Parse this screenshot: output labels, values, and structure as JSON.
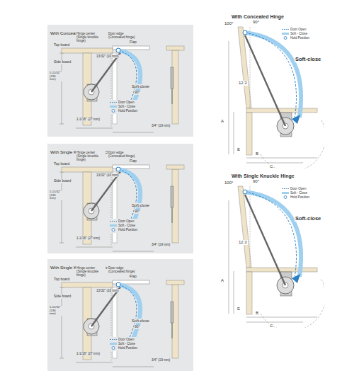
{
  "diagram": {
    "nodes": [
      {
        "text": [
          "With Concealed Hinge"
        ]
      },
      {
        "text": [
          "With Single Knuckle Hinge (Overlay)"
        ]
      },
      {
        "text": [
          "With Single Knuckle Hinge (Inset)"
        ]
      }
    ],
    "labels": [
      "Hinge center (Single knuckle hinge)",
      "Door edge (Concealed hinge)",
      "Top board",
      "Flap",
      "Side board",
      "Soft-close",
      "90°",
      "5-11/32\" (136 mm)",
      "1-1/16\" (27 mm)",
      "3/4\" (19 mm)",
      "13/32\" (10 mm)",
      "Hinge center (Single knuckle hinge)",
      "Door edge (Concealed hinge)",
      "Top board",
      "Flap",
      "Side board",
      "Soft-close",
      "90°",
      "5-11/32\" (136 mm)",
      "1-1/16\" (27 mm)",
      "3/4\" (19 mm)",
      "13/32\" (10 mm)",
      "Hinge center (Single knuckle hinge)",
      "Door edge (Concealed hinge)",
      "Top board",
      "Flap",
      "Side board",
      "Soft-close",
      "90°",
      "5-11/32\" (136 mm)",
      "1-1/16\" (27 mm)",
      "3/4\" (19 mm)",
      "13/32\" (10 mm)",
      "With Concealed Hinge",
      "100°",
      "90°",
      "Soft-close",
      "12.3",
      "A",
      "B",
      "C",
      "E",
      "With Single Knuckle Hinge",
      "100°",
      "90°",
      "Soft-close",
      "12.3",
      "A",
      "B",
      "C",
      "E"
    ],
    "legend": [
      {
        "text": "Door Open"
      },
      {
        "text": "Soft - Close"
      },
      {
        "text": "Hold Position"
      },
      {
        "text": "Door Open"
      },
      {
        "text": "Soft - Close"
      },
      {
        "text": "Hold Position"
      },
      {
        "text": "Door Open"
      },
      {
        "text": "Soft - Close"
      },
      {
        "text": "Hold Position"
      },
      {
        "text": "Door Open"
      },
      {
        "text": "Soft - Close"
      },
      {
        "text": "Hold Position"
      },
      {
        "text": "Door Open"
      },
      {
        "text": "Soft - Close"
      },
      {
        "text": "Hold Position"
      }
    ]
  }
}
